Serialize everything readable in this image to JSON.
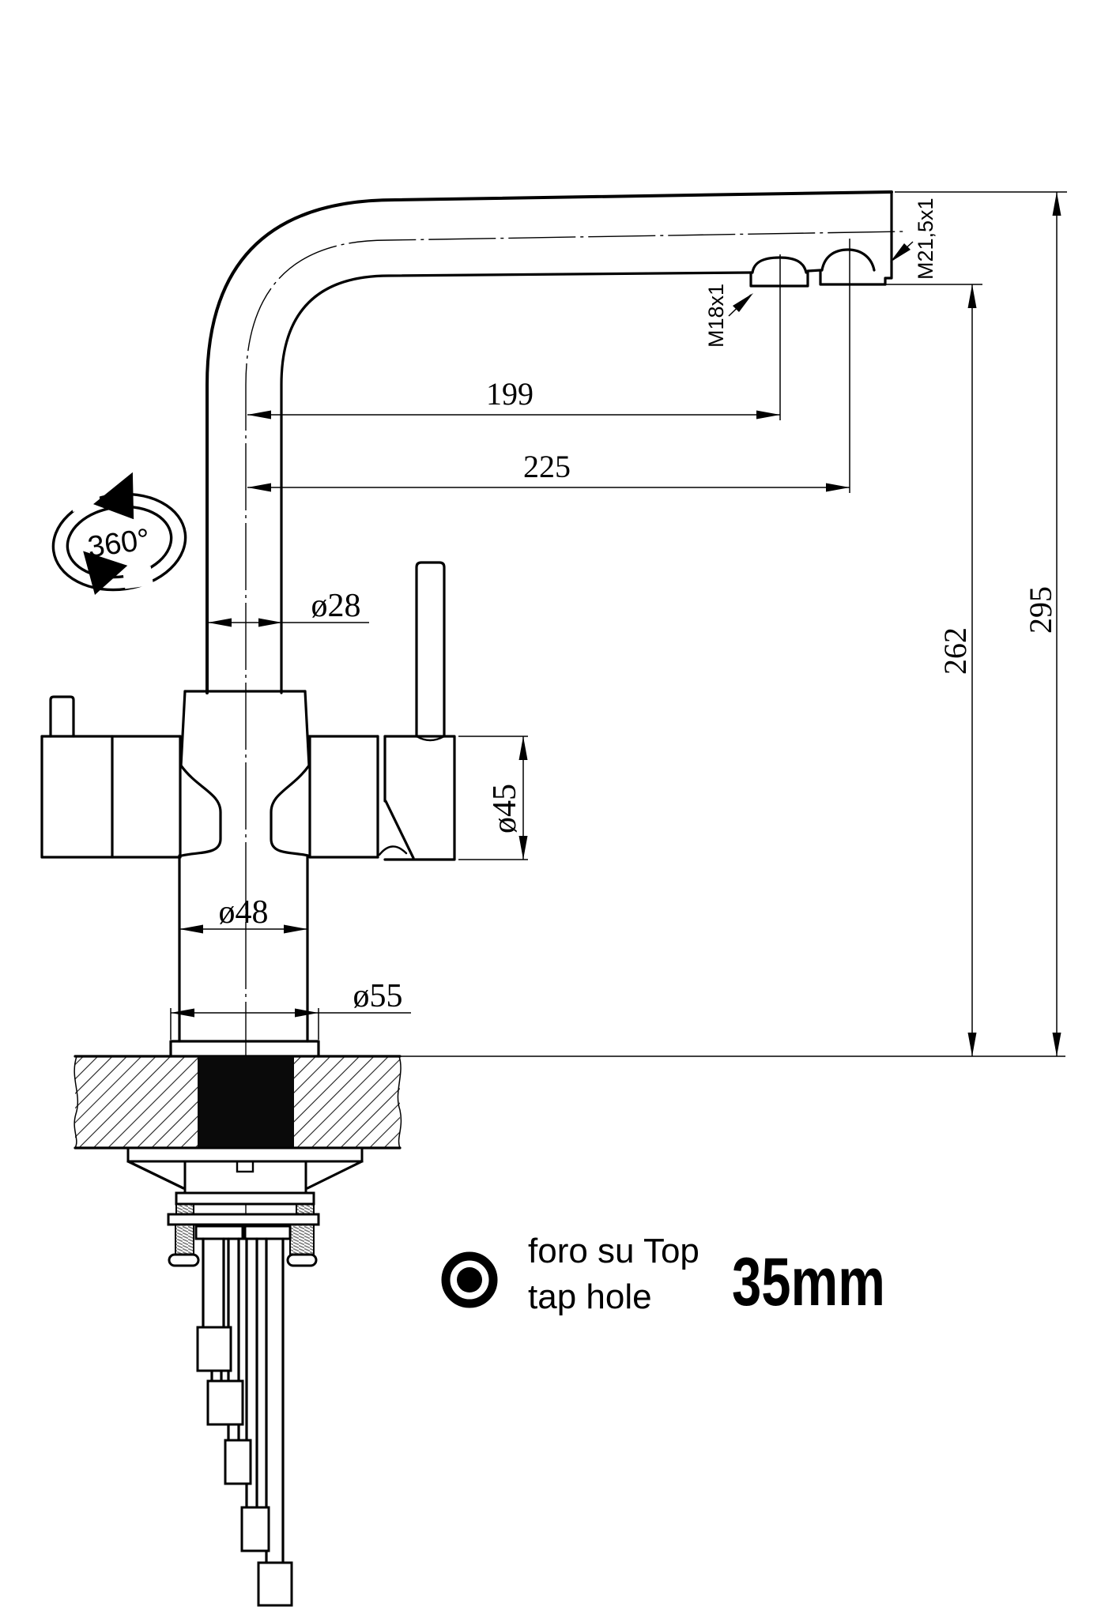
{
  "drawing": {
    "dimensions": {
      "reach_aerator": "199",
      "reach_tip": "225",
      "height_underside": "262",
      "height_overall": "295",
      "spout_tube": "ø28",
      "body": "ø45",
      "column": "ø48",
      "flange": "ø55"
    },
    "threads": {
      "aerator": "M18x1",
      "tip": "M21,5x1"
    },
    "swivel_label": "360°",
    "note": {
      "line1": "foro su Top",
      "line2": "tap hole",
      "size": "35mm"
    },
    "colors": {
      "ink": "#000000",
      "paper": "#ffffff",
      "thread_gray": "#7a7a7a"
    }
  }
}
